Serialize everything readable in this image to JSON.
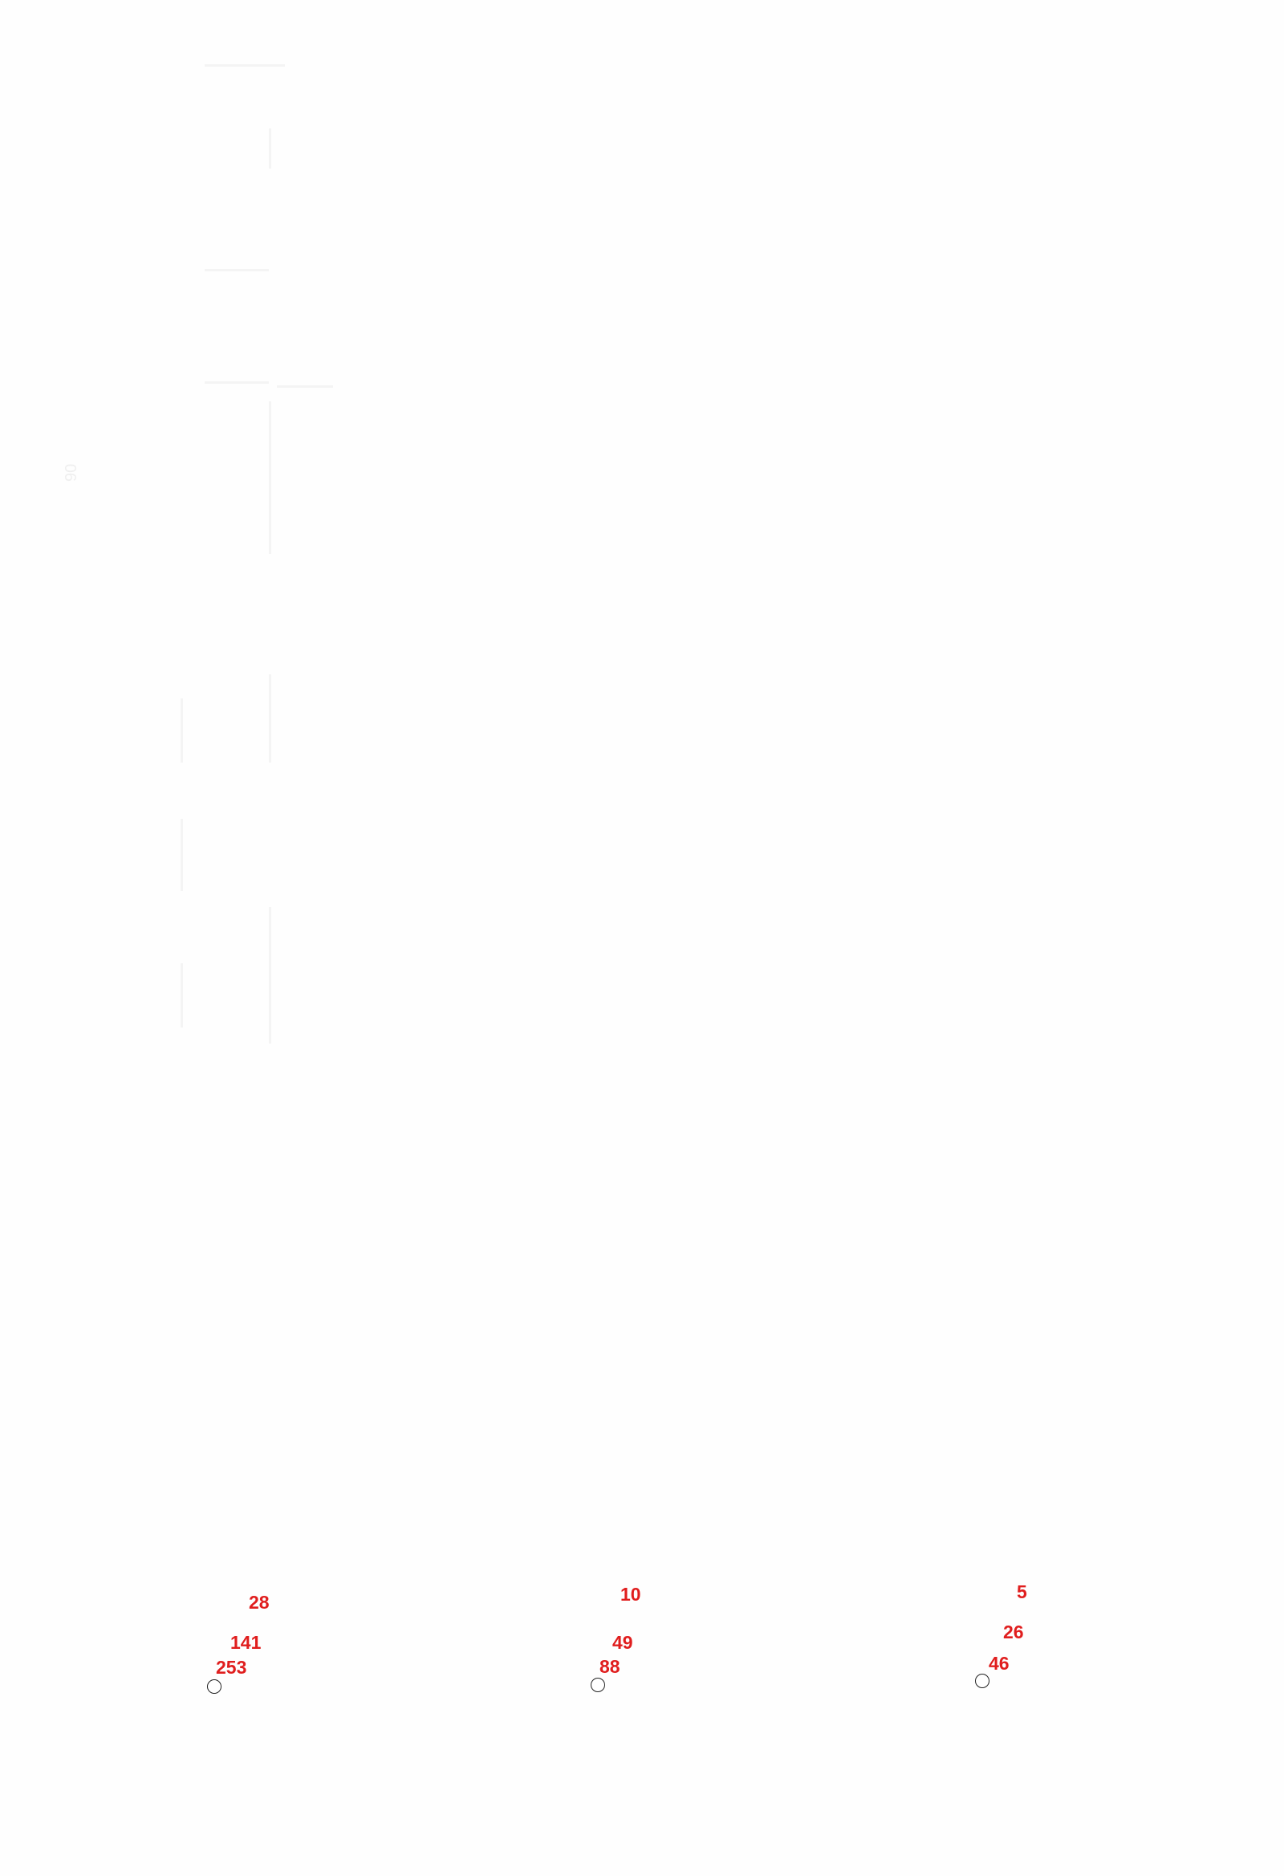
{
  "colors": {
    "background": "#fefefe",
    "label": "#e01e1e",
    "circle_stroke": "#222222",
    "faint_structure": "#f4f4f4"
  },
  "faint_text": "90",
  "markers": [
    {
      "labels": [
        "28",
        "141",
        "253"
      ]
    },
    {
      "labels": [
        "10",
        "49",
        "88"
      ]
    },
    {
      "labels": [
        "5",
        "26",
        "46"
      ]
    }
  ]
}
